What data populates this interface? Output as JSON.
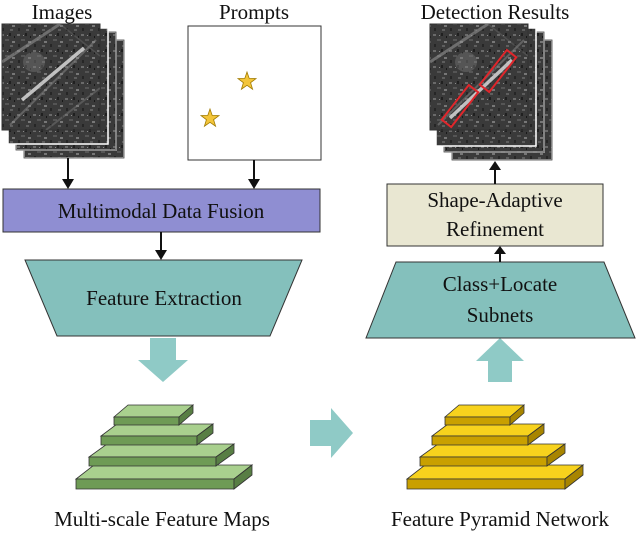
{
  "labels": {
    "images": "Images",
    "prompts": "Prompts",
    "detection_results": "Detection Results",
    "fusion": "Multimodal Data Fusion",
    "extraction": "Feature Extraction",
    "multiscale": "Multi-scale Feature Maps",
    "refinement_line1": "Shape-Adaptive",
    "refinement_line2": "Refinement",
    "subnets_line1": "Class+Locate",
    "subnets_line2": "Subnets",
    "fpn": "Feature Pyramid Network"
  },
  "colors": {
    "fusion_fill": "#8f8ed2",
    "extraction_fill": "#84c0bc",
    "subnets_fill": "#84c0bc",
    "refinement_fill": "#e9e7d2",
    "flow_arrow_fill": "#8fcac6",
    "multiscale_top": "#a9d08e",
    "multiscale_side": "#6e9b55",
    "fpn_top": "#f7d21d",
    "fpn_side": "#c9a000",
    "star": "#f3c53a",
    "detection_box": "#e0262b"
  },
  "icons": {
    "prompt_point": "star-icon"
  }
}
